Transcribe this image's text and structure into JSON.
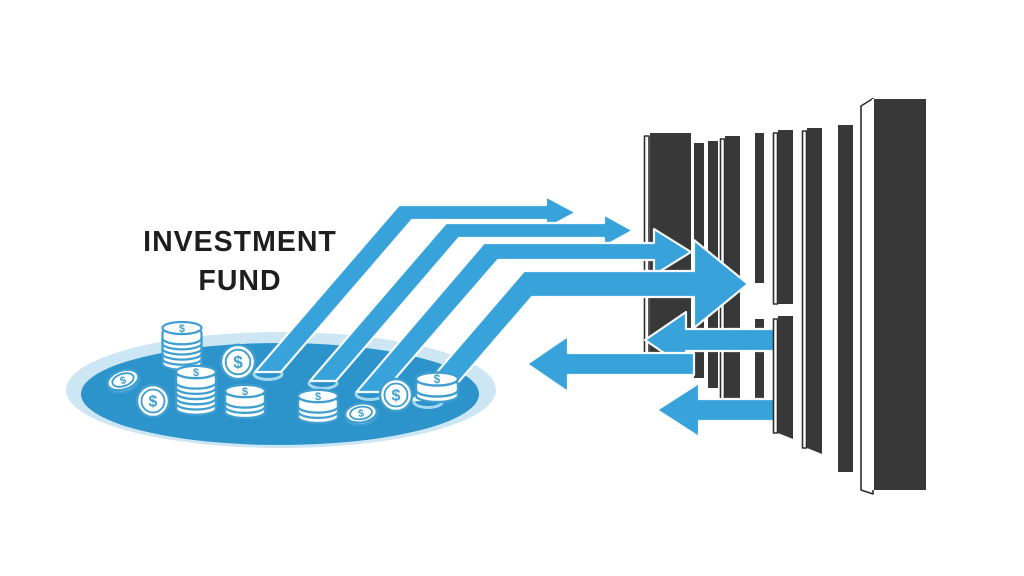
{
  "diagram": {
    "title": {
      "line1": "INVESTMENT",
      "line2": "FUND"
    },
    "coin_symbol": "$",
    "arrows": {
      "outflow_count": 4,
      "return_count": 3
    },
    "pool": {
      "coin_stacks": 5,
      "coin_faces": 3,
      "coin_tilted": 2
    },
    "market": {
      "bars_count": 9
    },
    "colors": {
      "arrow_blue": "#38a2db",
      "pool_blue": "#2c93cb",
      "pool_rim": "#cde6f4",
      "bar_dark": "#383838",
      "coin_outline": "#3e9ecf",
      "band_cap": "#a6d8f0",
      "background": "#ffffff",
      "title_color": "#1e1e1e"
    }
  }
}
